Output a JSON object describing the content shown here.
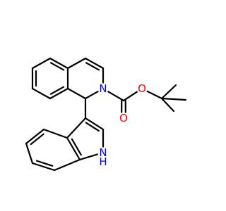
{
  "molecule": {
    "atoms": [
      {
        "id": "c1",
        "el": "C"
      },
      {
        "id": "n2",
        "el": "N",
        "label": "N"
      },
      {
        "id": "c3",
        "el": "C"
      },
      {
        "id": "c4",
        "el": "C"
      },
      {
        "id": "c4a",
        "el": "C"
      },
      {
        "id": "c5",
        "el": "C"
      },
      {
        "id": "c6",
        "el": "C"
      },
      {
        "id": "c7",
        "el": "C"
      },
      {
        "id": "c8",
        "el": "C"
      },
      {
        "id": "c8a",
        "el": "C"
      },
      {
        "id": "cb",
        "el": "C"
      },
      {
        "id": "oc",
        "el": "O",
        "label": "O"
      },
      {
        "id": "os",
        "el": "O",
        "label": "O"
      },
      {
        "id": "cq",
        "el": "C"
      },
      {
        "id": "me1",
        "el": "C"
      },
      {
        "id": "me2",
        "el": "C"
      },
      {
        "id": "me3",
        "el": "C"
      },
      {
        "id": "i3",
        "el": "C"
      },
      {
        "id": "i2",
        "el": "C"
      },
      {
        "id": "n1",
        "el": "N",
        "label": "N"
      },
      {
        "id": "h1",
        "el": "H",
        "label": "H"
      },
      {
        "id": "i7a",
        "el": "C"
      },
      {
        "id": "i3a",
        "el": "C"
      },
      {
        "id": "i4",
        "el": "C"
      },
      {
        "id": "i5",
        "el": "C"
      },
      {
        "id": "i6",
        "el": "C"
      },
      {
        "id": "i7",
        "el": "C"
      }
    ],
    "bonds": [
      {
        "a": "c1",
        "b": "n2",
        "order": 1
      },
      {
        "a": "n2",
        "b": "c3",
        "order": 1
      },
      {
        "a": "c3",
        "b": "c4",
        "order": 2
      },
      {
        "a": "c4",
        "b": "c4a",
        "order": 1
      },
      {
        "a": "c4a",
        "b": "c5",
        "order": 2
      },
      {
        "a": "c5",
        "b": "c6",
        "order": 1
      },
      {
        "a": "c6",
        "b": "c7",
        "order": 2
      },
      {
        "a": "c7",
        "b": "c8",
        "order": 1
      },
      {
        "a": "c8",
        "b": "c8a",
        "order": 2
      },
      {
        "a": "c8a",
        "b": "c4a",
        "order": 1
      },
      {
        "a": "c8a",
        "b": "c1",
        "order": 1
      },
      {
        "a": "n2",
        "b": "cb",
        "order": 1
      },
      {
        "a": "cb",
        "b": "oc",
        "order": 2
      },
      {
        "a": "cb",
        "b": "os",
        "order": 1
      },
      {
        "a": "os",
        "b": "cq",
        "order": 1
      },
      {
        "a": "cq",
        "b": "me1",
        "order": 1
      },
      {
        "a": "cq",
        "b": "me2",
        "order": 1
      },
      {
        "a": "cq",
        "b": "me3",
        "order": 1
      },
      {
        "a": "c1",
        "b": "i3",
        "order": 1
      },
      {
        "a": "i3",
        "b": "i2",
        "order": 2
      },
      {
        "a": "i2",
        "b": "n1",
        "order": 1
      },
      {
        "a": "n1",
        "b": "i7a",
        "order": 1
      },
      {
        "a": "i7a",
        "b": "i3a",
        "order": 2
      },
      {
        "a": "i3a",
        "b": "i3",
        "order": 1
      },
      {
        "a": "i3a",
        "b": "i4",
        "order": 1
      },
      {
        "a": "i4",
        "b": "i5",
        "order": 2
      },
      {
        "a": "i5",
        "b": "i6",
        "order": 1
      },
      {
        "a": "i6",
        "b": "i7",
        "order": 2
      },
      {
        "a": "i7",
        "b": "i7a",
        "order": 1
      }
    ]
  },
  "colors": {
    "carbon": "#000000",
    "nitrogen": "#0000ff",
    "oxygen": "#ff0000",
    "background": "#ffffff"
  }
}
